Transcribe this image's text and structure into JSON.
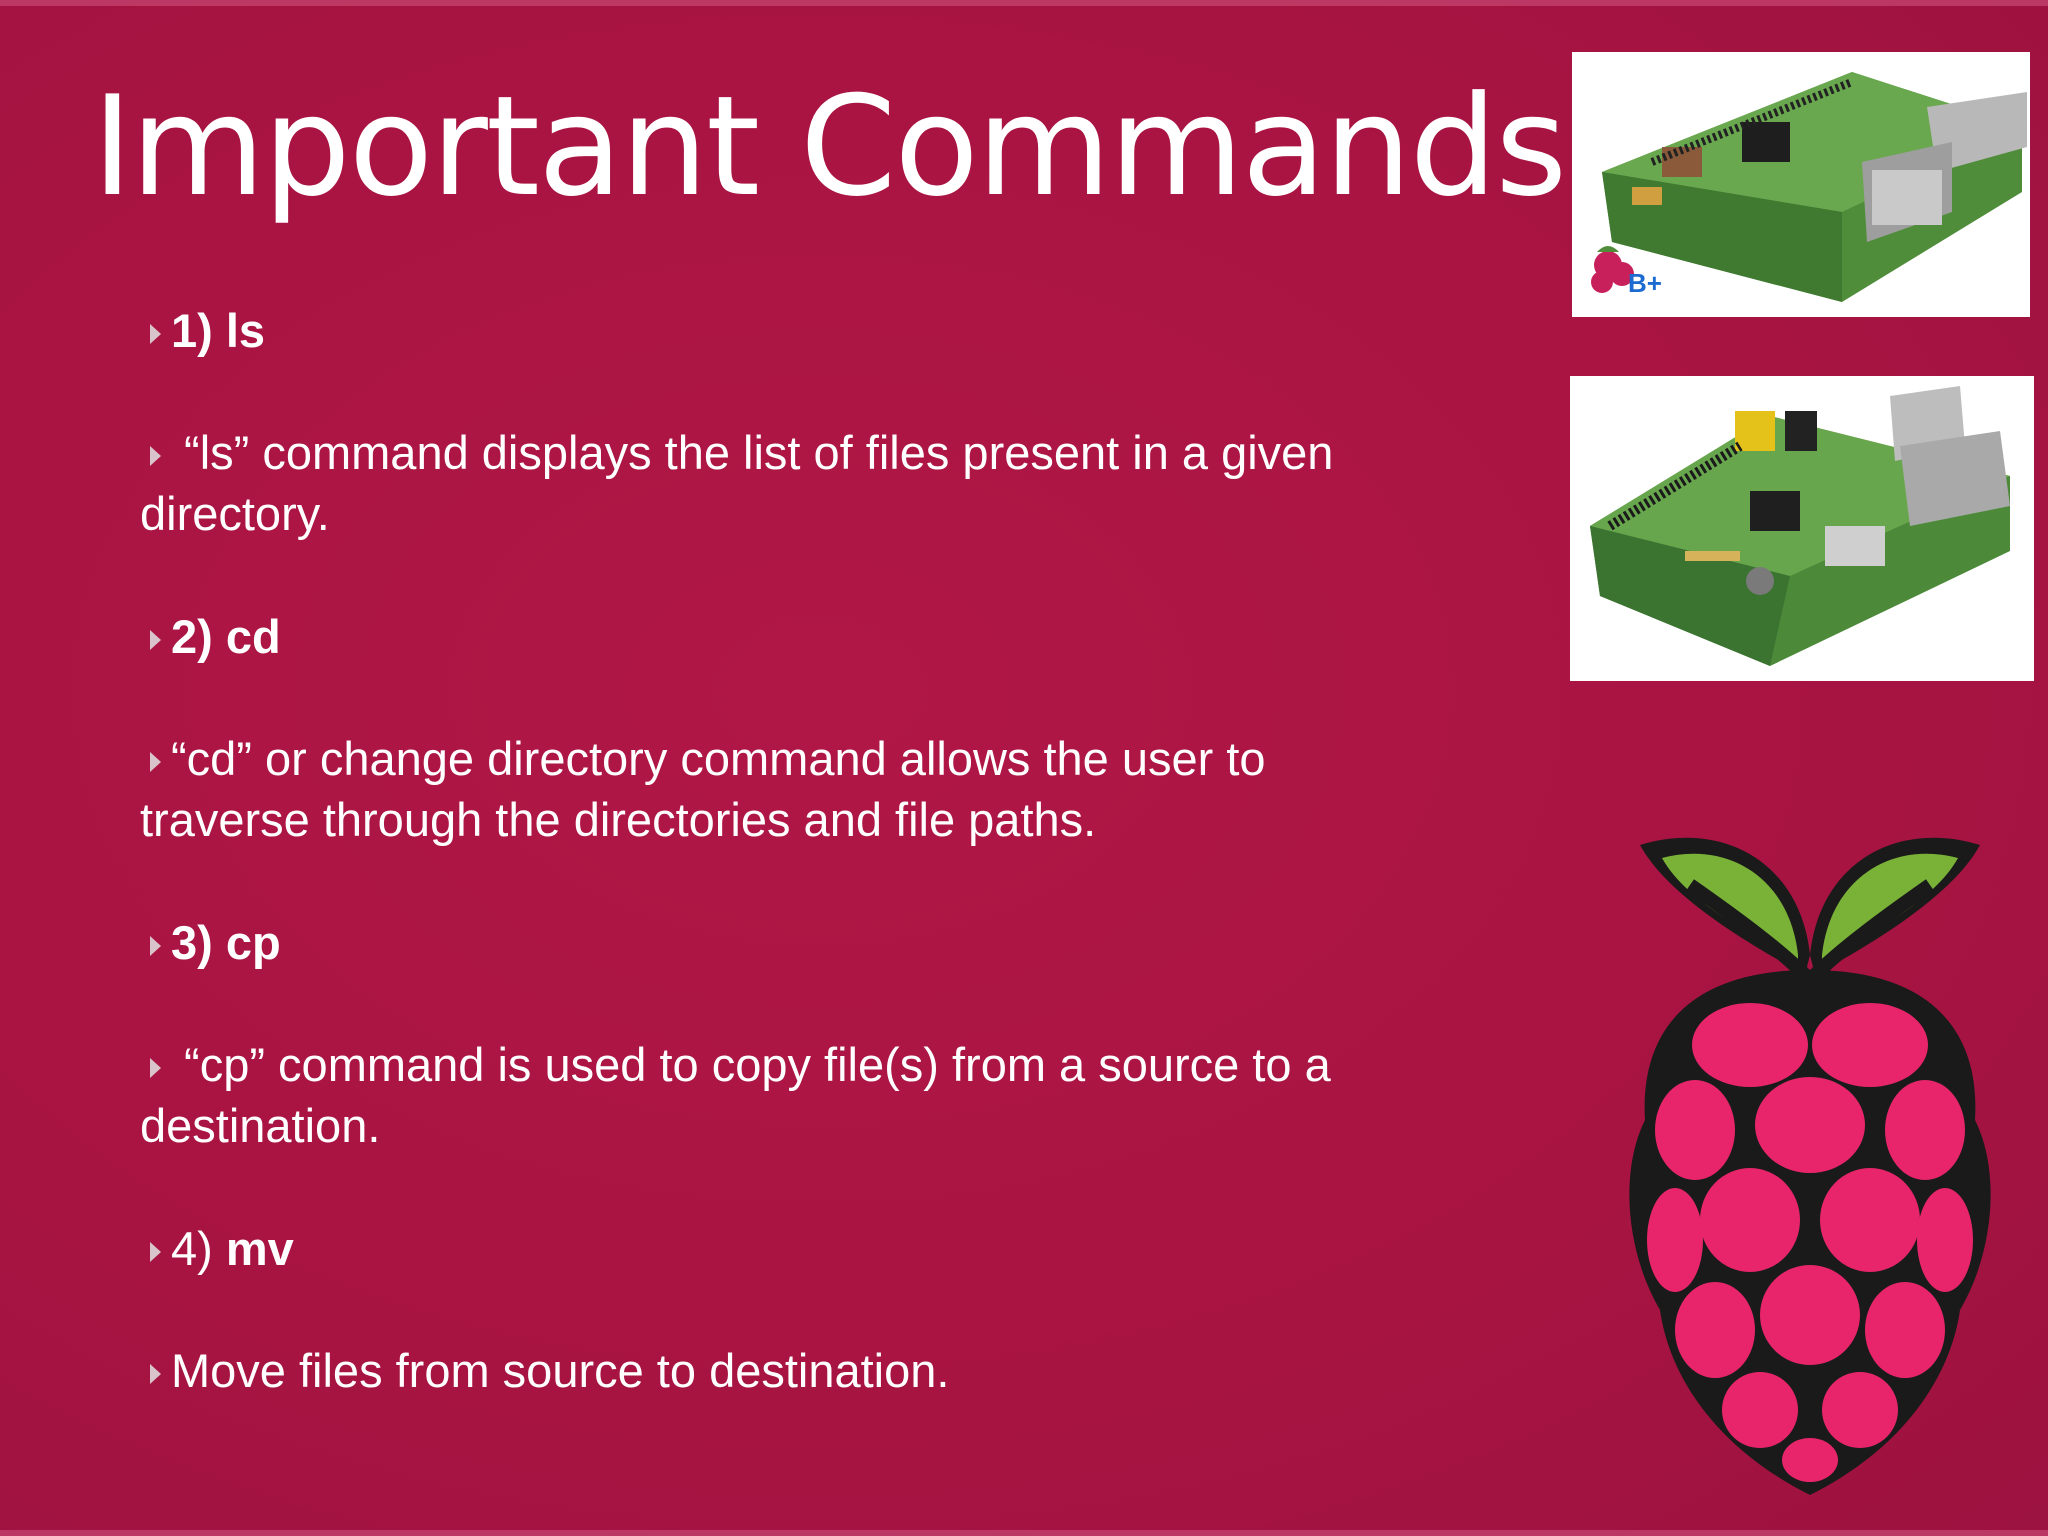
{
  "slide": {
    "title": "Important Commands",
    "items": [
      {
        "kind": "heading",
        "num": "1)",
        "cmd": "ls"
      },
      {
        "kind": "desc",
        "text": " “ls” command displays the list of files present in a given directory."
      },
      {
        "kind": "heading",
        "num": "2)",
        "cmd": "cd"
      },
      {
        "kind": "desc",
        "text": "“cd” or change directory command allows the user to traverse through the directories and file paths."
      },
      {
        "kind": "heading",
        "num": "3)",
        "cmd": "cp"
      },
      {
        "kind": "desc",
        "text": " “cp” command is used to copy file(s) from a source to a destination."
      },
      {
        "kind": "heading",
        "num": "4)",
        "cmd": "mv"
      },
      {
        "kind": "desc",
        "text": "Move files from source to destination."
      }
    ]
  },
  "images": {
    "board_top_logo": "B+",
    "board_top": "raspberry-pi-b-plus-board-photo",
    "board_bottom": "raspberry-pi-model-b-board-photo",
    "logo": "raspberry-pi-logo"
  },
  "colors": {
    "background": "#ab1442",
    "text": "#ffffff",
    "bullet": "#d9c4cb",
    "logo_berry": "#e8256a",
    "logo_leaf": "#75a928"
  }
}
